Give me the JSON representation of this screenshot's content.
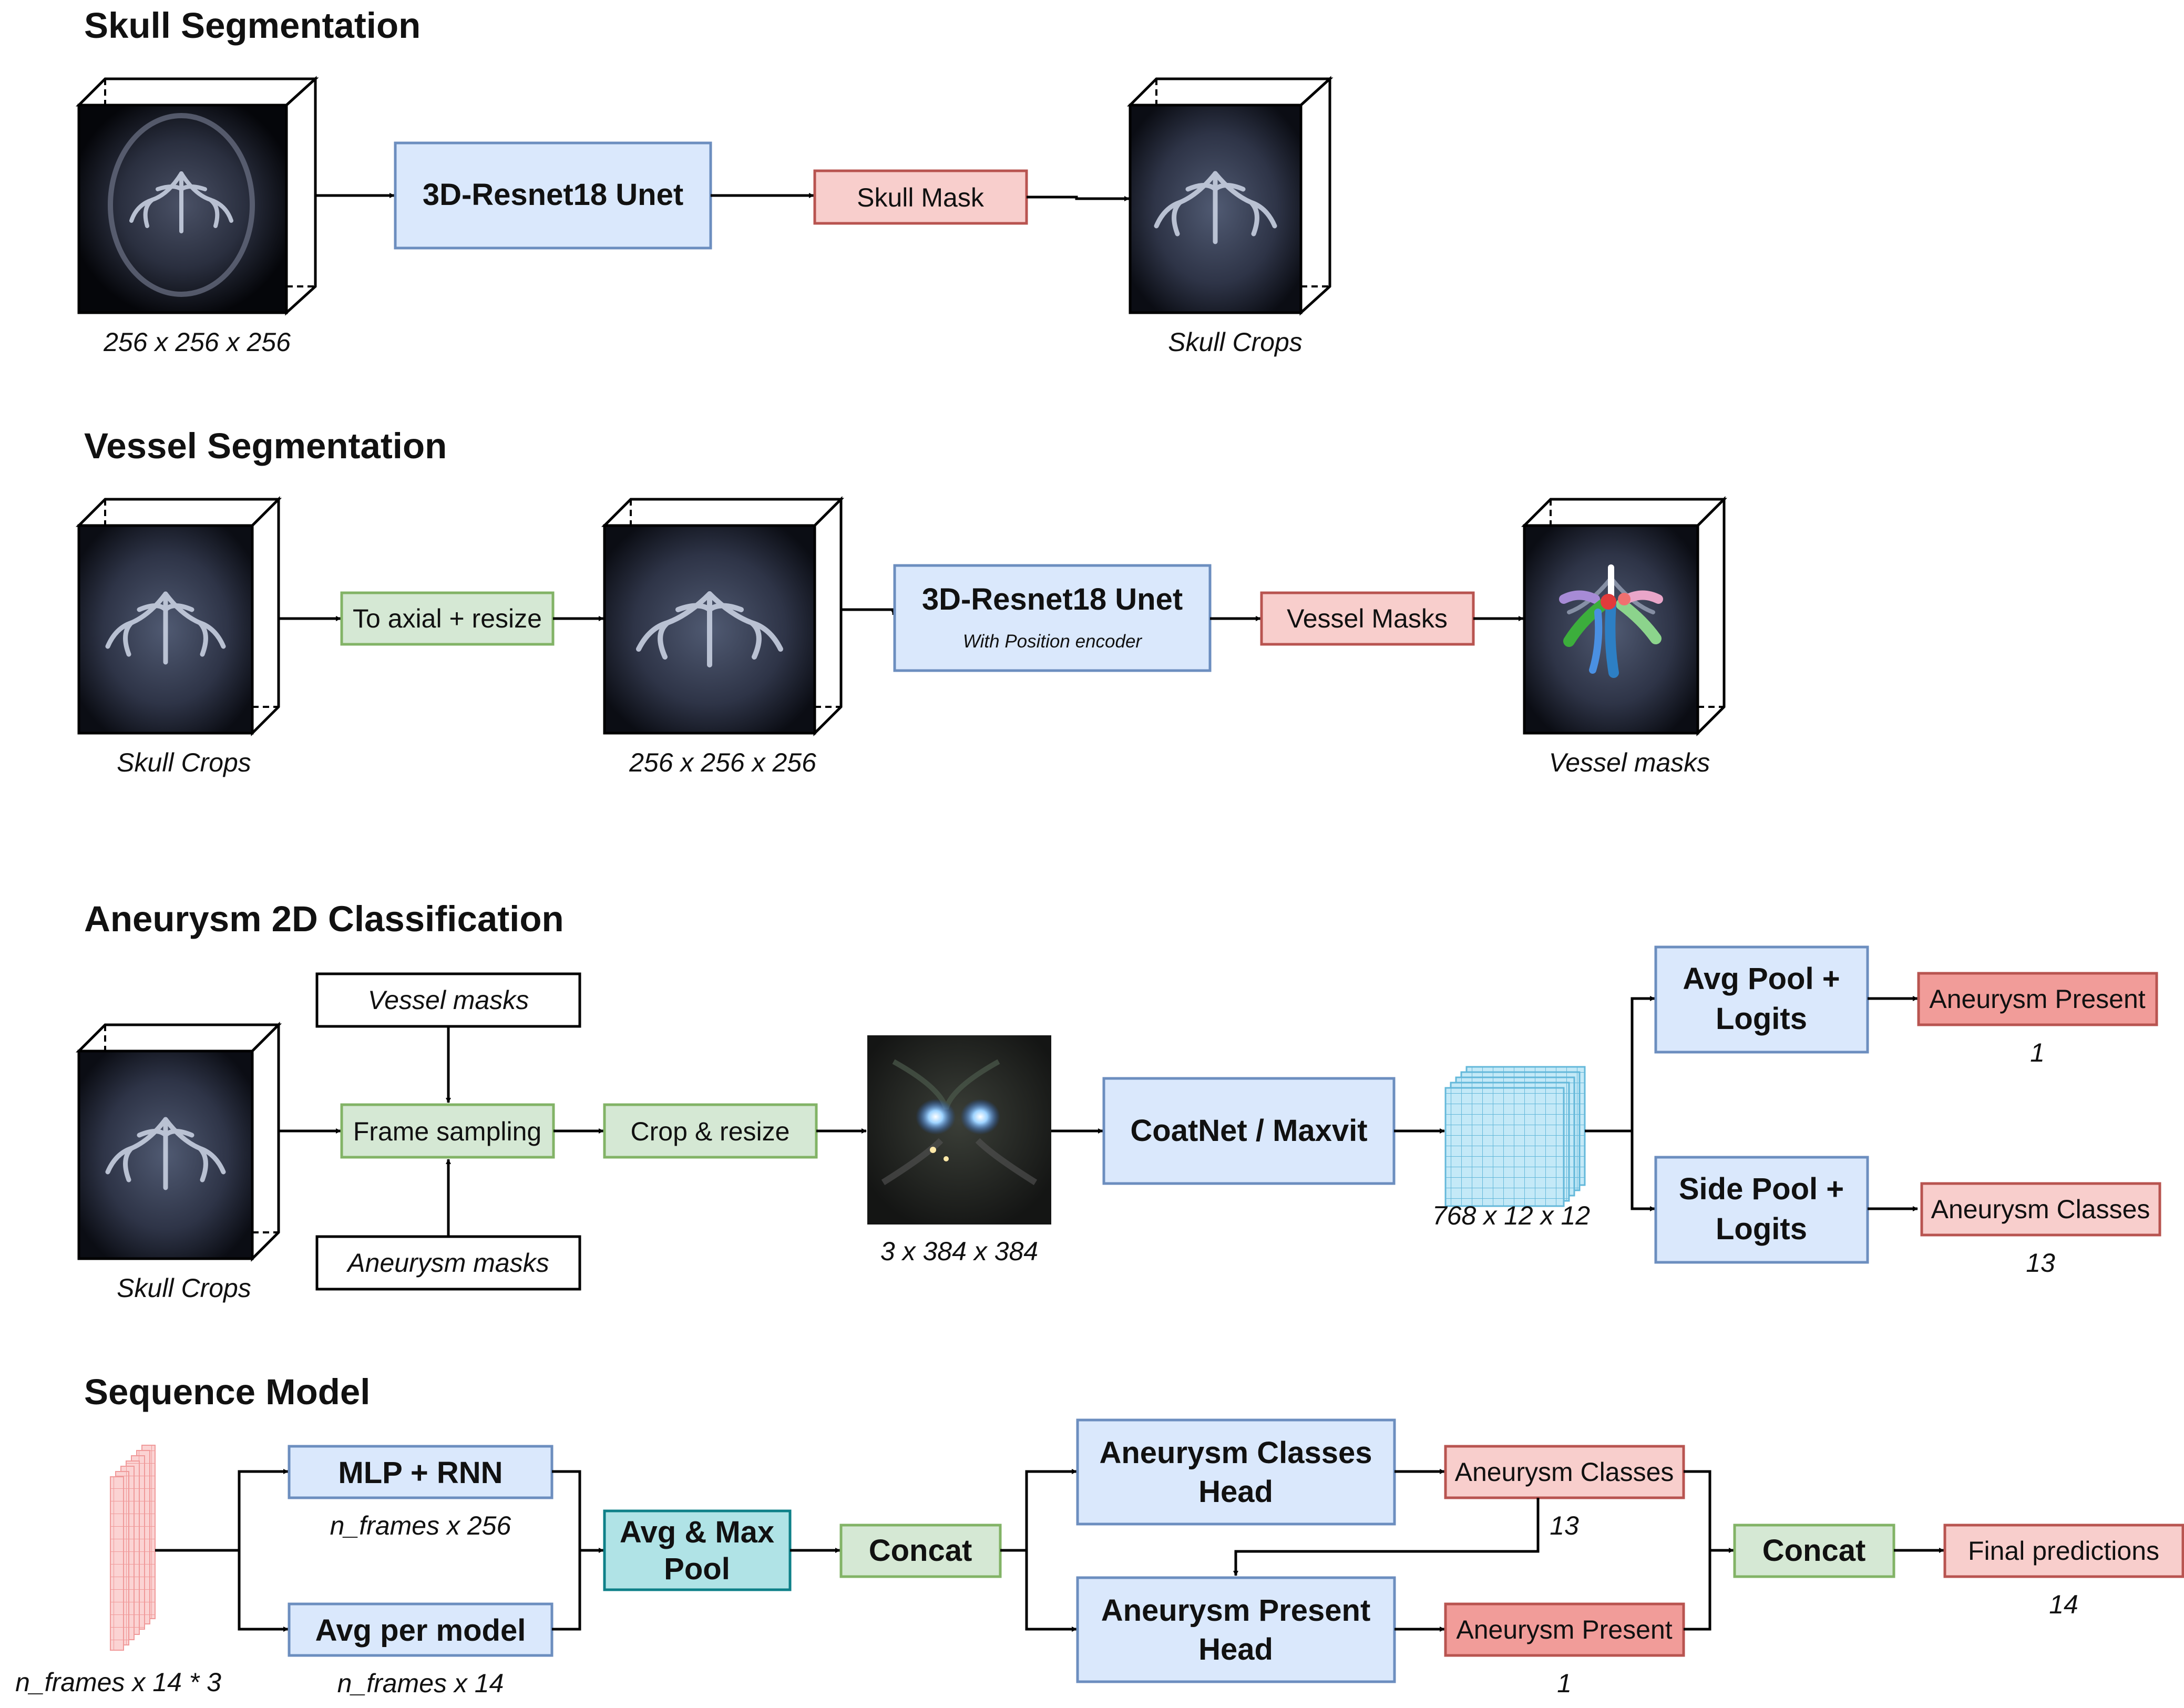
{
  "colors": {
    "blue_fill": "#dae8fc",
    "blue_stroke": "#6c8ebf",
    "red_fill": "#f8cecc",
    "red_stroke": "#b85450",
    "red_dark_fill": "#f19c99",
    "green_fill": "#d5e8d4",
    "green_stroke": "#82b366",
    "teal_fill": "#b0e3e6",
    "teal_stroke": "#0e8088",
    "grid_fill": "#bfe6f5",
    "grid_stroke": "#5bb5d8",
    "seq_fill": "#fbd0d0",
    "seq_stroke": "#f08a8a"
  },
  "sections": {
    "skull": {
      "title": "Skull Segmentation",
      "input_caption": "256 x 256 x 256",
      "model_label": "3D-Resnet18 Unet",
      "mask_label": "Skull Mask",
      "output_caption": "Skull Crops"
    },
    "vessel": {
      "title": "Vessel Segmentation",
      "input_caption": "Skull Crops",
      "resize_label": "To axial + resize",
      "mid_caption": "256 x 256 x 256",
      "model_label": "3D-Resnet18 Unet",
      "model_sub": "With Position encoder",
      "mask_label": "Vessel Masks",
      "output_caption": "Vessel masks"
    },
    "aneurysm2d": {
      "title": "Aneurysm 2D Classification",
      "input_caption": "Skull Crops",
      "vessel_masks_label": "Vessel masks",
      "aneurysm_masks_label": "Aneurysm masks",
      "frame_sampling_label": "Frame sampling",
      "crop_label": "Crop & resize",
      "image_caption": "3 x 384 x 384",
      "model_label": "CoatNet / Maxvit",
      "feature_caption": "768 x 12 x 12",
      "avg_pool_line1": "Avg Pool +",
      "avg_pool_line2": "Logits",
      "side_pool_line1": "Side Pool +",
      "side_pool_line2": "Logits",
      "present_label": "Aneurysm Present",
      "present_count": "1",
      "classes_label": "Aneurysm Classes",
      "classes_count": "13"
    },
    "sequence": {
      "title": "Sequence Model",
      "input_caption": "n_frames x 14 * 3",
      "mlp_label": "MLP + RNN",
      "mlp_caption": "n_frames x 256",
      "avg_model_label": "Avg per model",
      "avg_model_caption": "n_frames x 14",
      "pool_line1": "Avg & Max",
      "pool_line2": "Pool",
      "concat1_label": "Concat",
      "classes_head_line1": "Aneurysm Classes",
      "classes_head_line2": "Head",
      "present_head_line1": "Aneurysm Present",
      "present_head_line2": "Head",
      "classes_out_label": "Aneurysm Classes",
      "classes_out_count": "13",
      "present_out_label": "Aneurysm Present",
      "present_out_count": "1",
      "concat2_label": "Concat",
      "final_label": "Final predictions",
      "final_count": "14"
    }
  }
}
